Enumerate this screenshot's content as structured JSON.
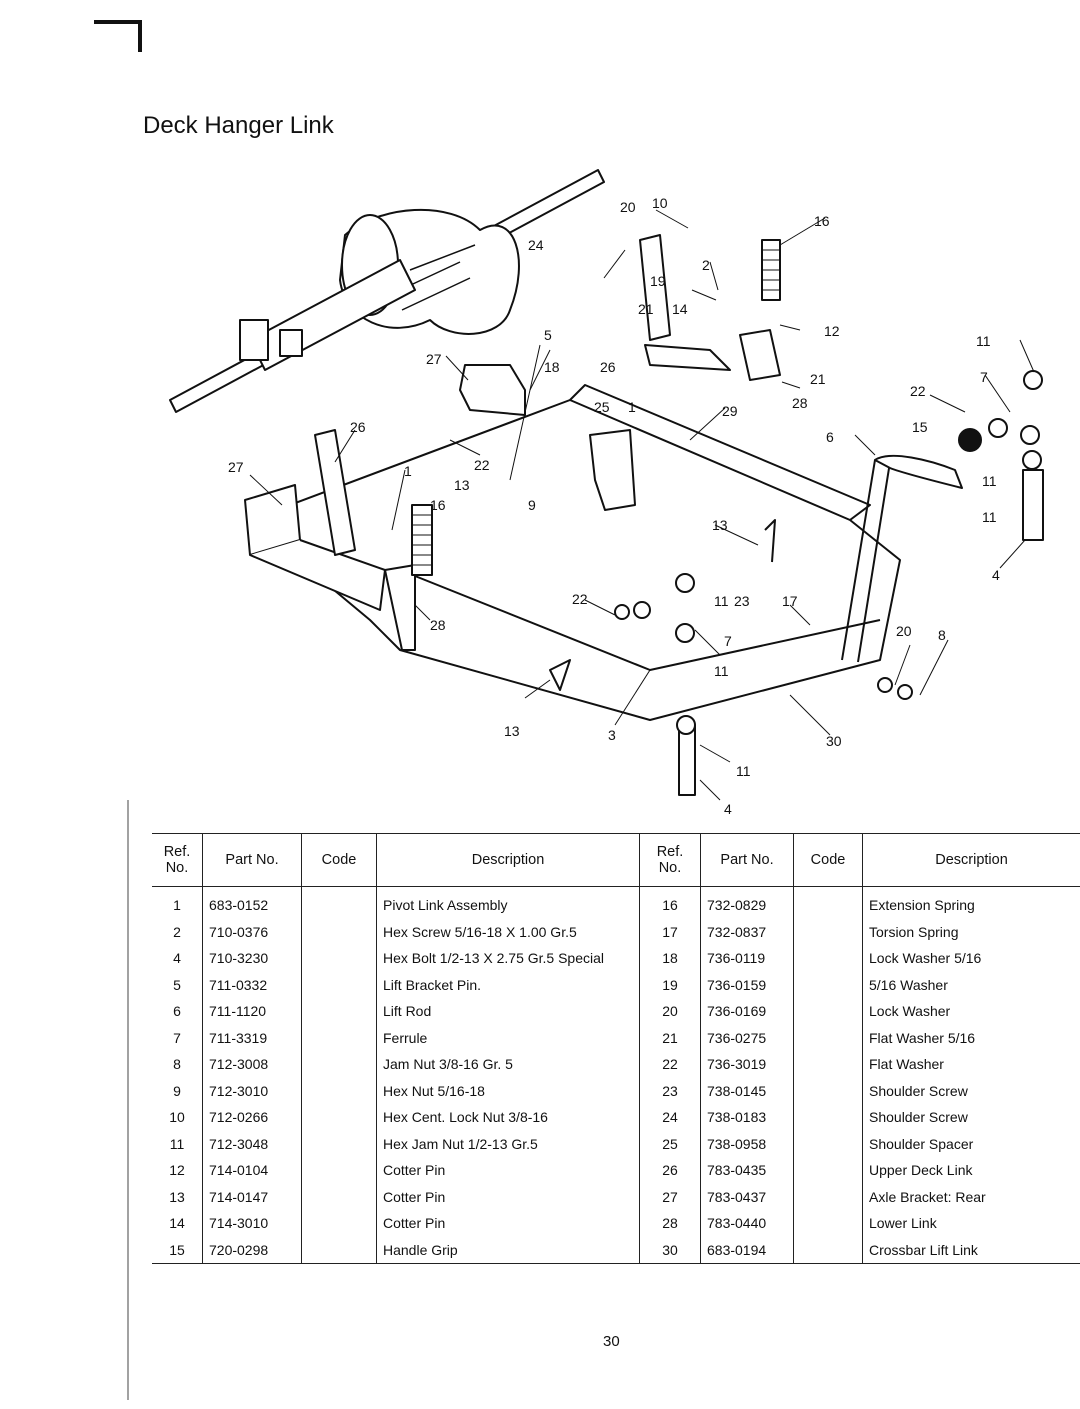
{
  "title": "Deck Hanger Link",
  "page_number": "30",
  "table": {
    "headers": {
      "ref": "Ref.\nNo.",
      "part": "Part No.",
      "code": "Code",
      "desc": "Description"
    },
    "rows": [
      {
        "ref": "1",
        "part": "683-0152",
        "code": "",
        "desc": "Pivot Link Assembly",
        "ref2": "16",
        "part2": "732-0829",
        "code2": "",
        "desc2": "Extension Spring"
      },
      {
        "ref": "2",
        "part": "710-0376",
        "code": "",
        "desc": "Hex Screw 5/16-18 X 1.00 Gr.5",
        "ref2": "17",
        "part2": "732-0837",
        "code2": "",
        "desc2": "Torsion Spring"
      },
      {
        "ref": "4",
        "part": "710-3230",
        "code": "",
        "desc": "Hex Bolt 1/2-13 X 2.75 Gr.5 Special",
        "ref2": "18",
        "part2": "736-0119",
        "code2": "",
        "desc2": "Lock Washer 5/16"
      },
      {
        "ref": "5",
        "part": "711-0332",
        "code": "",
        "desc": "Lift Bracket Pin.",
        "ref2": "19",
        "part2": "736-0159",
        "code2": "",
        "desc2": "5/16 Washer"
      },
      {
        "ref": "6",
        "part": "711-1120",
        "code": "",
        "desc": "Lift Rod",
        "ref2": "20",
        "part2": "736-0169",
        "code2": "",
        "desc2": "Lock Washer"
      },
      {
        "ref": "7",
        "part": "711-3319",
        "code": "",
        "desc": "Ferrule",
        "ref2": "21",
        "part2": "736-0275",
        "code2": "",
        "desc2": "Flat Washer 5/16"
      },
      {
        "ref": "8",
        "part": "712-3008",
        "code": "",
        "desc": "Jam Nut 3/8-16 Gr. 5",
        "ref2": "22",
        "part2": "736-3019",
        "code2": "",
        "desc2": "Flat Washer"
      },
      {
        "ref": "9",
        "part": "712-3010",
        "code": "",
        "desc": "Hex Nut 5/16-18",
        "ref2": "23",
        "part2": "738-0145",
        "code2": "",
        "desc2": "Shoulder Screw"
      },
      {
        "ref": "10",
        "part": "712-0266",
        "code": "",
        "desc": "Hex Cent. Lock Nut 3/8-16",
        "ref2": "24",
        "part2": "738-0183",
        "code2": "",
        "desc2": "Shoulder Screw"
      },
      {
        "ref": "11",
        "part": "712-3048",
        "code": "",
        "desc": "Hex Jam Nut 1/2-13 Gr.5",
        "ref2": "25",
        "part2": "738-0958",
        "code2": "",
        "desc2": "Shoulder Spacer"
      },
      {
        "ref": "12",
        "part": "714-0104",
        "code": "",
        "desc": "Cotter Pin",
        "ref2": "26",
        "part2": "783-0435",
        "code2": "",
        "desc2": "Upper Deck Link"
      },
      {
        "ref": "13",
        "part": "714-0147",
        "code": "",
        "desc": "Cotter Pin",
        "ref2": "27",
        "part2": "783-0437",
        "code2": "",
        "desc2": "Axle Bracket: Rear"
      },
      {
        "ref": "14",
        "part": "714-3010",
        "code": "",
        "desc": "Cotter Pin",
        "ref2": "28",
        "part2": "783-0440",
        "code2": "",
        "desc2": "Lower Link"
      },
      {
        "ref": "15",
        "part": "720-0298",
        "code": "",
        "desc": "Handle Grip",
        "ref2": "30",
        "part2": "683-0194",
        "code2": "",
        "desc2": "Crossbar Lift Link"
      }
    ]
  },
  "callouts": [
    "20",
    "10",
    "16",
    "24",
    "2",
    "19",
    "21",
    "14",
    "12",
    "5",
    "11",
    "27",
    "18",
    "26",
    "21",
    "7",
    "22",
    "25",
    "1",
    "29",
    "28",
    "6",
    "15",
    "26",
    "22",
    "27",
    "1",
    "13",
    "11",
    "16",
    "9",
    "11",
    "13",
    "4",
    "22",
    "11",
    "23",
    "17",
    "7",
    "20",
    "8",
    "28",
    "11",
    "13",
    "3",
    "30",
    "11",
    "4"
  ]
}
